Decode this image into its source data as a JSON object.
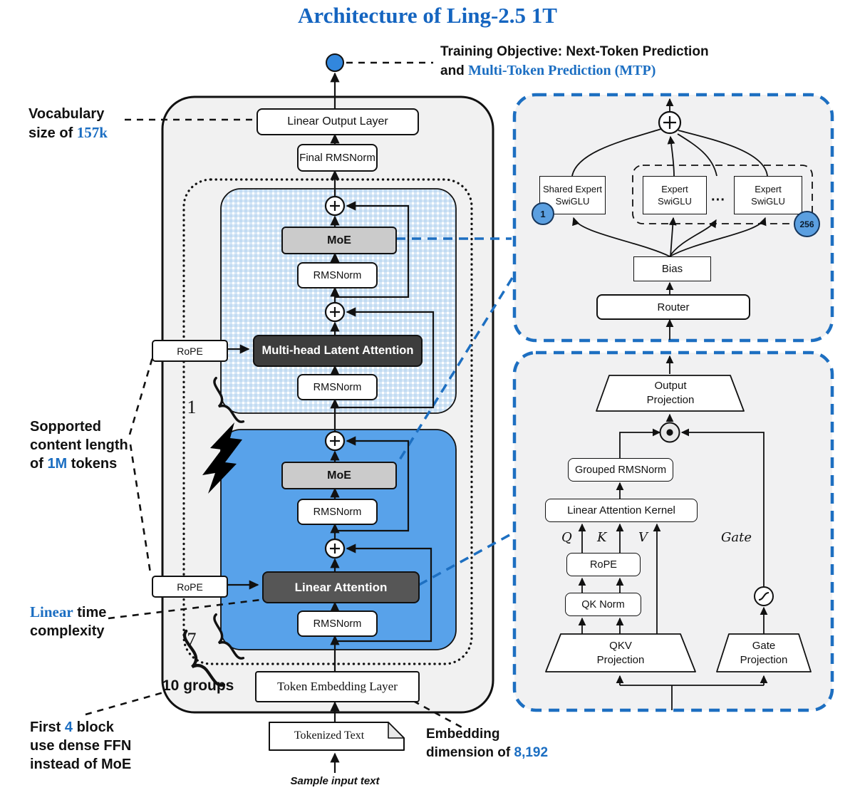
{
  "title": "Architecture of Ling-2.5 1T",
  "colors": {
    "accent_blue": "#1b6ec2",
    "panel_border_blue": "#1d6fc1",
    "block_blue": "#58a2ea"
  },
  "training": {
    "line1": "Training Objective: Next-Token Prediction",
    "and": "and ",
    "accent": "Multi-Token Prediction (MTP)"
  },
  "annotations": {
    "vocab": {
      "l1": "Vocabulary",
      "l2": "size of ",
      "accent": "157k"
    },
    "context": {
      "l1": "Sopported",
      "l2": "content length",
      "l3a": "of ",
      "accent": "1M",
      "l3b": " tokens"
    },
    "lineartime": {
      "accent": "Linear",
      "l1b": " time",
      "l2": "complexity"
    },
    "firstblocks": {
      "l1a": "First ",
      "accent": "4",
      "l1b": " block",
      "l2": "use dense FFN",
      "l3": "instead of MoE"
    },
    "embedding": {
      "l1": "Embedding",
      "l2a": "dimension of ",
      "accent": "8,192"
    },
    "groups": "10 groups",
    "brace_one": "1",
    "brace_seven": "7"
  },
  "stack": {
    "linear_output": "Linear Output Layer",
    "final_rmsnorm": "Final RMSNorm",
    "rope_top": "RoPE",
    "rope_bottom": "RoPE",
    "mla": {
      "moe": "MoE",
      "rmsnorm_a": "RMSNorm",
      "attn": "Multi-head Latent Attention",
      "rmsnorm_b": "RMSNorm"
    },
    "lin": {
      "moe": "MoE",
      "rmsnorm_a": "RMSNorm",
      "attn": "Linear Attention",
      "rmsnorm_b": "RMSNorm"
    },
    "token_embedding": "Token Embedding Layer",
    "tokenized_text": "Tokenized Text",
    "sample_input": "Sample input text"
  },
  "moe_panel": {
    "shared": {
      "l1": "Shared Expert",
      "l2": "SwiGLU"
    },
    "expert_a": {
      "l1": "Expert",
      "l2": "SwiGLU"
    },
    "expert_b": {
      "l1": "Expert",
      "l2": "SwiGLU"
    },
    "dots": "···",
    "bias": "Bias",
    "router": "Router",
    "first_index": "1",
    "last_index": "256"
  },
  "attn_panel": {
    "output_proj": {
      "l1": "Output",
      "l2": "Projection"
    },
    "grouped_rmsnorm": "Grouped RMSNorm",
    "kernel": "Linear Attention Kernel",
    "q": "Q",
    "k": "K",
    "v": "V",
    "gate": "Gate",
    "rope": "RoPE",
    "qk_norm": "QK Norm",
    "qkv_proj": {
      "l1": "QKV",
      "l2": "Projection"
    },
    "gate_proj": {
      "l1": "Gate",
      "l2": "Projection"
    }
  }
}
